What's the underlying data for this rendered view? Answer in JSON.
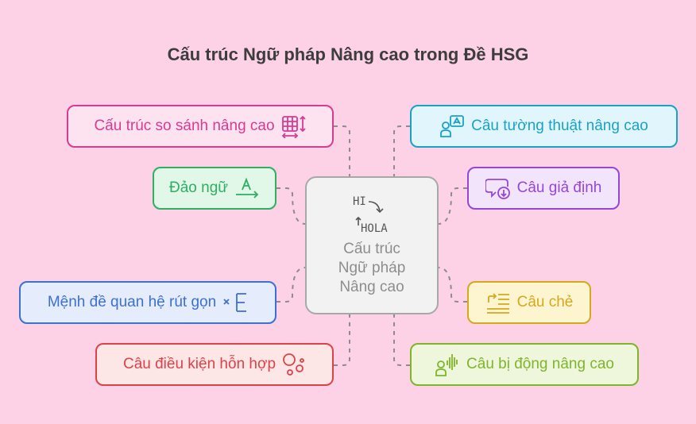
{
  "title": "Cấu trúc Ngữ pháp Nâng cao trong Đề HSG",
  "center": {
    "icon_top": "HI",
    "icon_bottom": "HOLA",
    "lines": [
      "Cấu trúc",
      "Ngữ pháp",
      "Nâng cao"
    ]
  },
  "nodes": {
    "so_sanh": {
      "label": "Cấu trúc so sánh nâng cao",
      "color": "#d63c92",
      "bg": "#fde3ef",
      "icon": "table-resize-icon"
    },
    "dao_ngu": {
      "label": "Đảo ngữ",
      "color": "#2fae64",
      "bg": "#e1f7e8",
      "icon": "letter-a-arrow-icon"
    },
    "menh_de": {
      "label": "Mệnh đề quan hệ rút gọn",
      "color": "#3e6fd2",
      "bg": "#e5ecfb",
      "icon": "collapse-list-icon"
    },
    "dieu_kien": {
      "label": "Câu điều kiện hỗn hợp",
      "color": "#dc4348",
      "bg": "#fde6e6",
      "icon": "circles-icon"
    },
    "tuong_thuat": {
      "label": "Câu tường thuật nâng cao",
      "color": "#1aa1c6",
      "bg": "#e1f6fc",
      "icon": "speaker-a-icon"
    },
    "gia_dinh": {
      "label": "Câu giả định",
      "color": "#9447d6",
      "bg": "#f2e4fb",
      "icon": "thought-bubble-icon"
    },
    "che": {
      "label": "Câu chẻ",
      "color": "#d3a91d",
      "bg": "#fdf5cf",
      "icon": "split-lines-icon"
    },
    "bi_dong": {
      "label": "Câu bị động nâng cao",
      "color": "#7fb52b",
      "bg": "#eef6dc",
      "icon": "voice-wave-icon"
    }
  }
}
